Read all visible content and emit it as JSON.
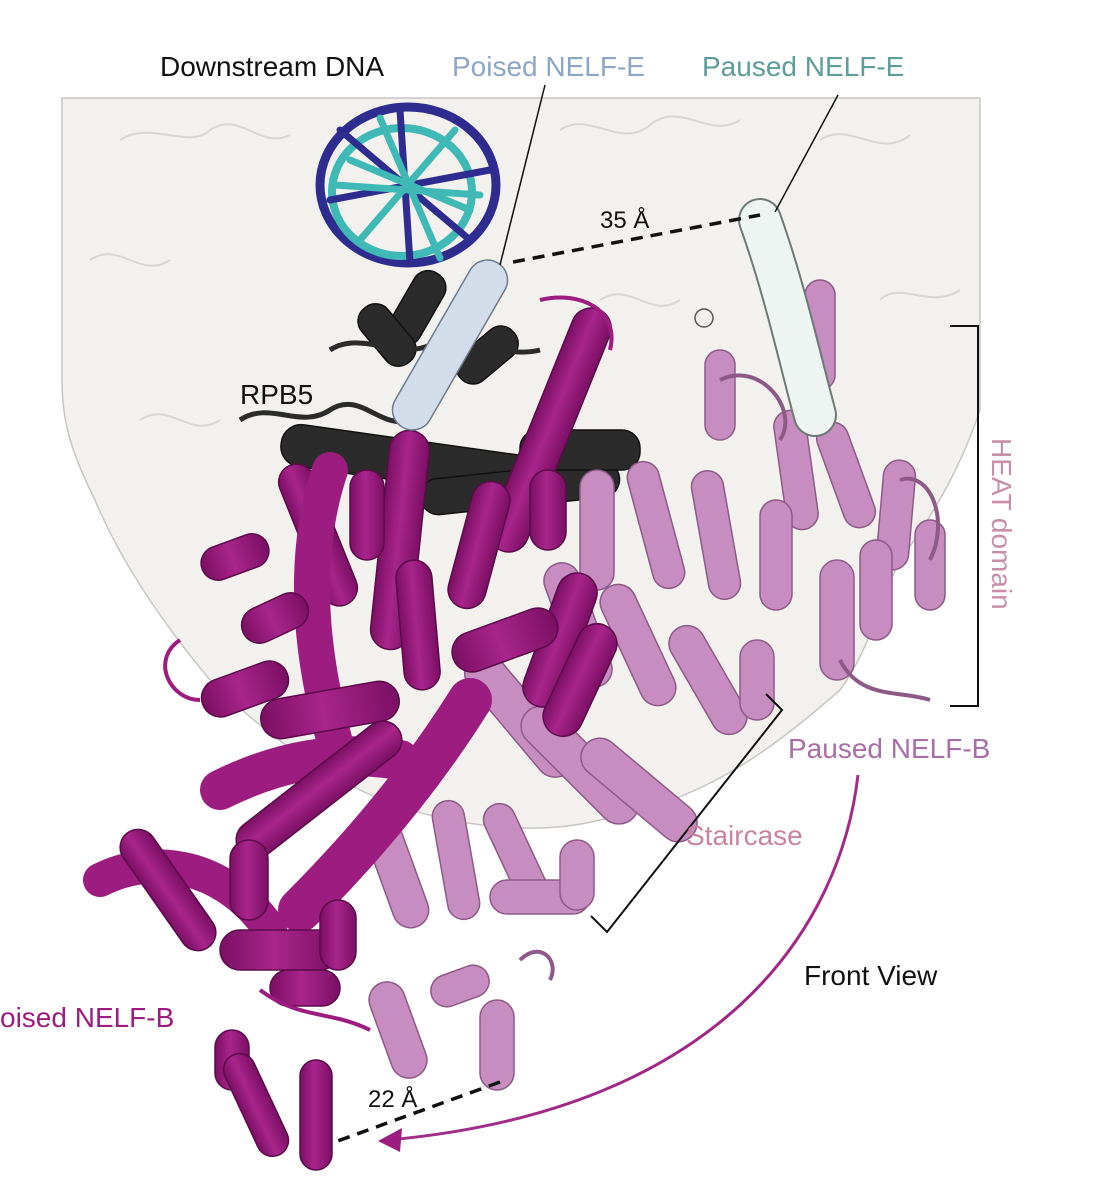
{
  "labels": {
    "downstream_dna": "Downstream DNA",
    "poised_nelf_e": "Poised NELF-E",
    "paused_nelf_e": "Paused NELF-E",
    "rpb5": "RPB5",
    "heat_domain": "HEAT domain",
    "paused_nelf_b": "Paused NELF-B",
    "staircase": "Staircase",
    "front_view": "Front View",
    "poised_nelf_b": "oised NELF-B",
    "distance_top": "35 Å",
    "distance_bottom": "22 Å"
  },
  "colors": {
    "poised_nelf_b": "#9c1c80",
    "paused_nelf_b": "#c78cc0",
    "poised_nelf_e": "#d3dde9",
    "paused_nelf_e": "#e8f2f0",
    "rpb5": "#2b2b2b",
    "dna_dark": "#2e2c8f",
    "dna_light": "#3fb9b5",
    "surface": "#f3f1ee",
    "label_poised_nelf_e": "#8ea6c6",
    "label_paused_nelf_e": "#5e9d99",
    "label_heat": "#c98fa8",
    "label_paused_nelf_b": "#a86fa6",
    "label_staircase": "#c9849f"
  }
}
